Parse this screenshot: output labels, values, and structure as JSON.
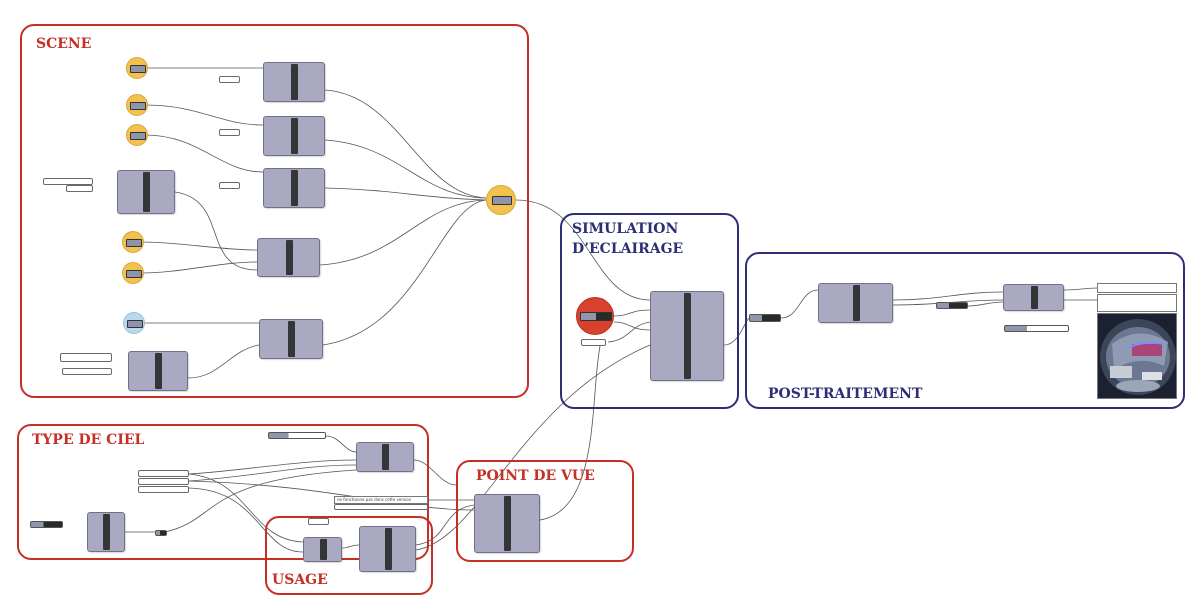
{
  "groups": {
    "scene": {
      "label": "SCENE"
    },
    "type_de_ciel": {
      "label": "TYPE DE CIEL"
    },
    "point_de_vue": {
      "label": "POINT DE VUE"
    },
    "usage": {
      "label": "USAGE"
    },
    "simulation": {
      "label": "SIMULATION\nD’ECLAIRAGE"
    },
    "post": {
      "label": "POST-TRAITEMENT"
    }
  },
  "panel_text": {
    "point_de_vue_note": "ne fonctionne pas dans cette version"
  },
  "colors": {
    "group_red": "#c62f24",
    "group_blue": "#2e2e78",
    "component": "#a9aac1",
    "param_yellow": "#f2c14e",
    "param_blue": "#bcd8ec",
    "param_red": "#d9412e"
  },
  "icons": {
    "render_preview": "fisheye-render-image"
  }
}
